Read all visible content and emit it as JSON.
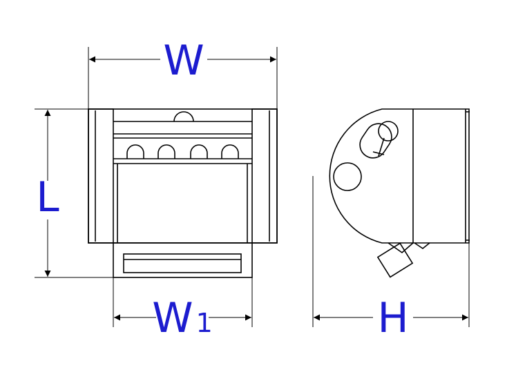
{
  "dimensions": {
    "width_label": "W",
    "length_label": "L",
    "rail_width_label": "W",
    "rail_width_subscript": "1",
    "height_label": "H"
  },
  "colors": {
    "label": "#1c1ccf",
    "line": "#000000",
    "fill": "#ffffff"
  }
}
